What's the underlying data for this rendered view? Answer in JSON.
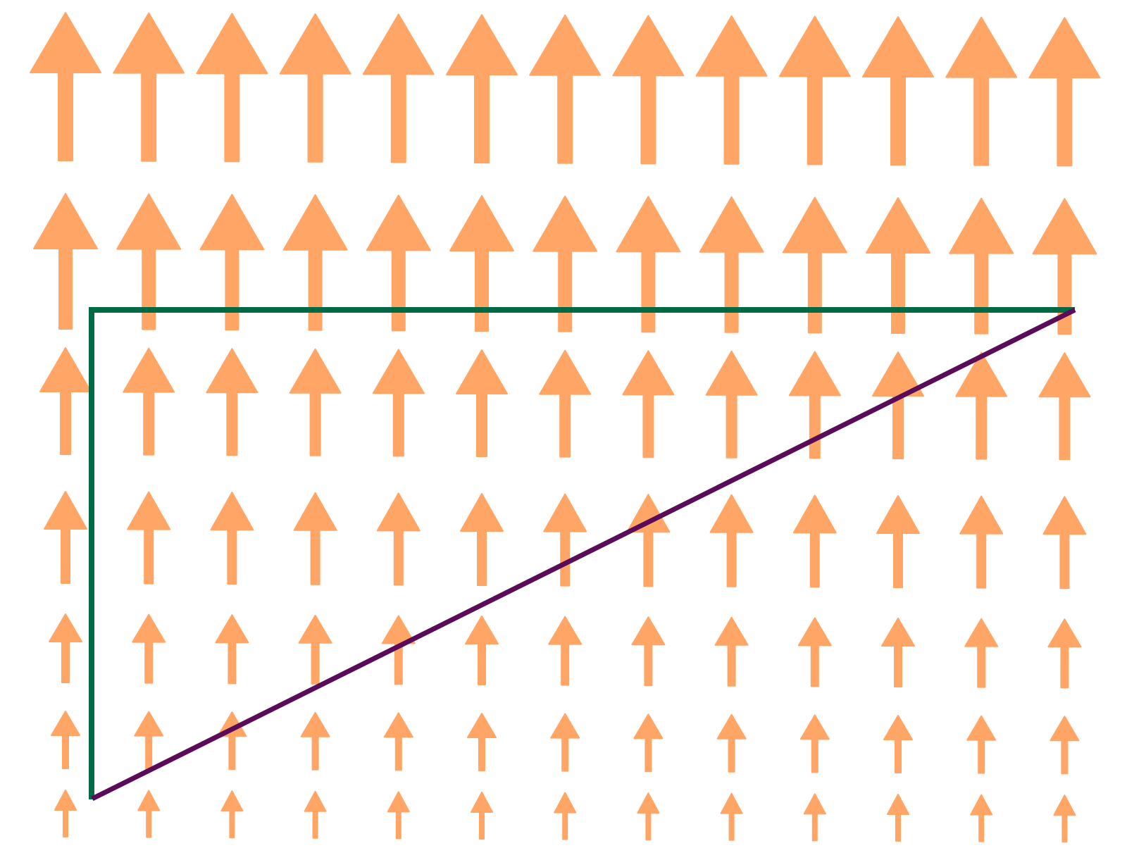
{
  "colors": {
    "background": "#ffffff",
    "arrow": "#ffa566",
    "path_line": "#006a45",
    "diagonal_line": "#5a0c58"
  },
  "arrow_field": {
    "direction": "up",
    "columns": 13,
    "rows": 7,
    "icon": "arrow-up-icon"
  },
  "overlay": {
    "path": {
      "icon": "green-path-line"
    },
    "diagonal": {
      "icon": "purple-diagonal-line"
    }
  }
}
